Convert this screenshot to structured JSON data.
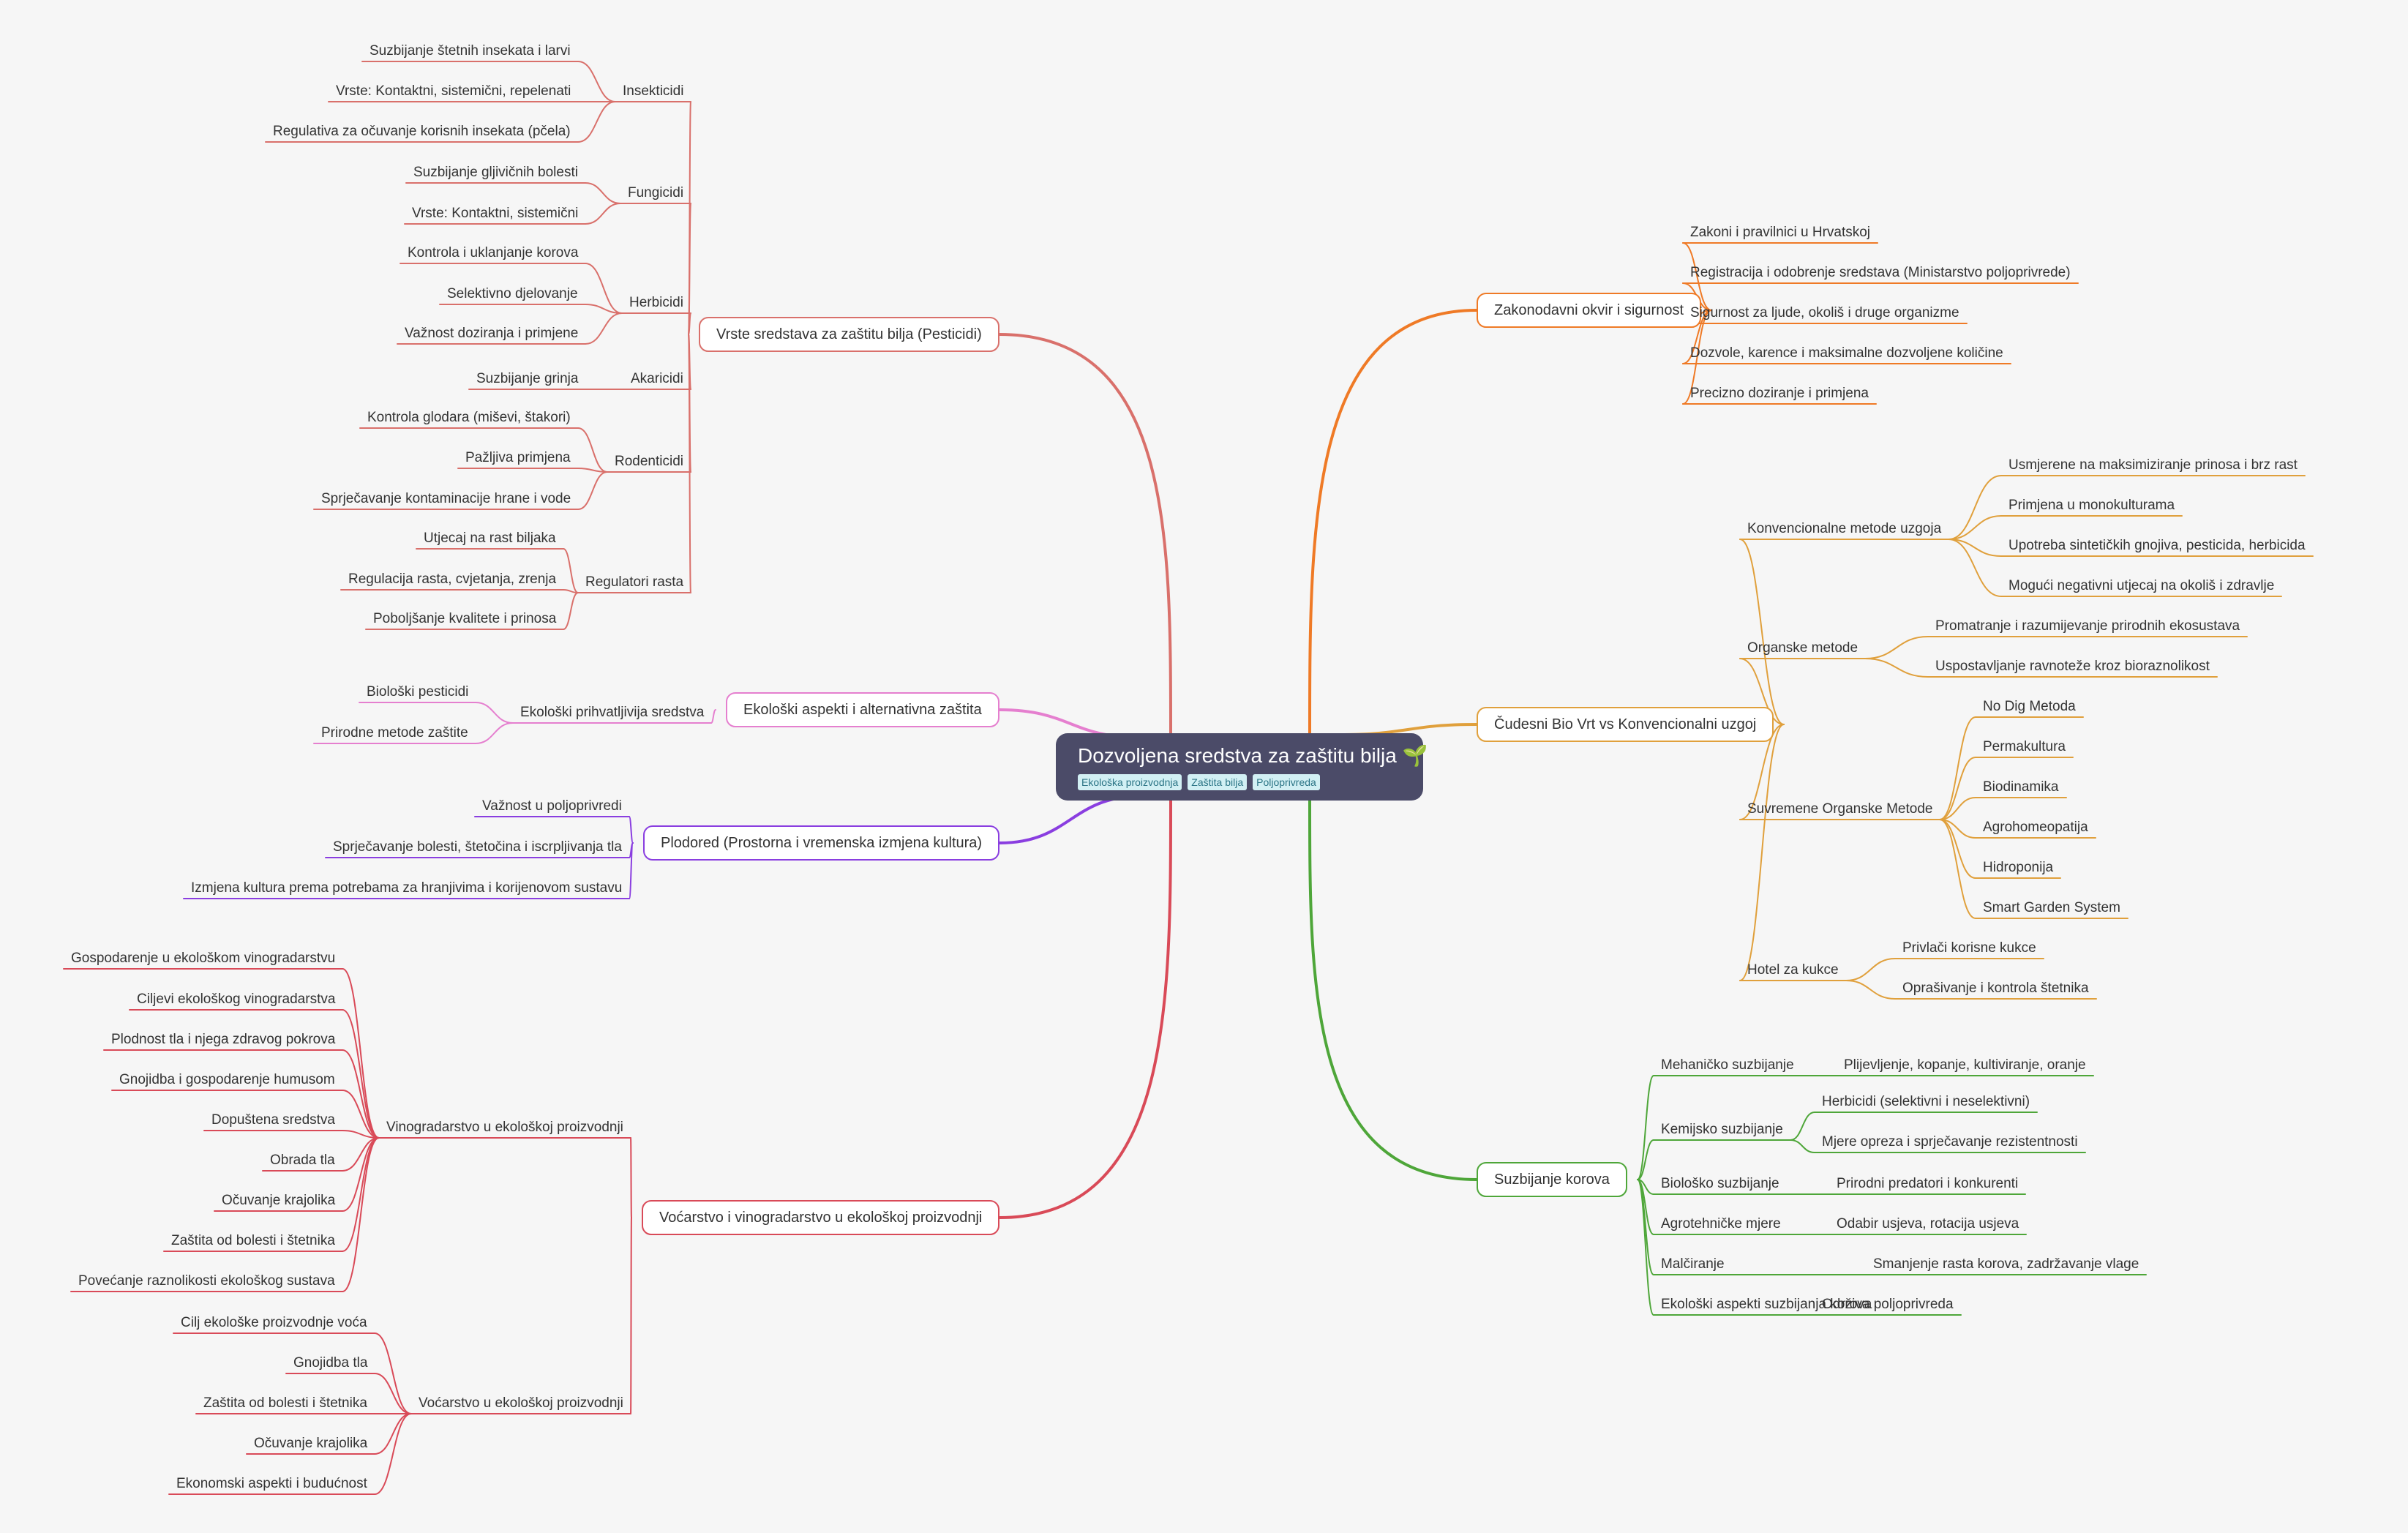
{
  "root": {
    "title": "Dozvoljena sredstva za zaštitu bilja 🌱",
    "tags": [
      "Ekološka proizvodnja",
      "Zaštita bilja",
      "Poljoprivreda"
    ]
  },
  "colors": {
    "pesticidi": "#d9706b",
    "ekoloski": "#e57fcf",
    "plodored": "#8a3ee0",
    "vocarstvo": "#d94a58",
    "zakonodavni": "#ef7a26",
    "bio_vrt": "#e0a03c",
    "korov": "#4ea639"
  },
  "branches": [
    {
      "id": "pesticidi",
      "label": "Vrste sredstava za zaštitu bilja (Pesticidi)",
      "children": [
        {
          "label": "Insekticidi",
          "children": [
            {
              "label": "Suzbijanje štetnih insekata i larvi"
            },
            {
              "label": "Vrste: Kontaktni, sistemični, repelenati"
            },
            {
              "label": "Regulativa za očuvanje korisnih insekata (pčela)"
            }
          ]
        },
        {
          "label": "Fungicidi",
          "children": [
            {
              "label": "Suzbijanje gljivičnih bolesti"
            },
            {
              "label": "Vrste: Kontaktni, sistemični"
            }
          ]
        },
        {
          "label": "Herbicidi",
          "children": [
            {
              "label": "Kontrola i uklanjanje korova"
            },
            {
              "label": "Selektivno djelovanje"
            },
            {
              "label": "Važnost doziranja i primjene"
            }
          ]
        },
        {
          "label": "Akaricidi",
          "children": [
            {
              "label": "Suzbijanje grinja"
            }
          ]
        },
        {
          "label": "Rodenticidi",
          "children": [
            {
              "label": "Kontrola glodara (miševi, štakori)"
            },
            {
              "label": "Pažljiva primjena"
            },
            {
              "label": "Sprječavanje kontaminacije hrane i vode"
            }
          ]
        },
        {
          "label": "Regulatori rasta",
          "children": [
            {
              "label": "Utjecaj na rast biljaka"
            },
            {
              "label": "Regulacija rasta, cvjetanja, zrenja"
            },
            {
              "label": "Poboljšanje kvalitete i prinosa"
            }
          ]
        }
      ]
    },
    {
      "id": "ekoloski",
      "label": "Ekološki aspekti i alternativna zaštita",
      "children": [
        {
          "label": "Ekološki prihvatljivija sredstva",
          "children": [
            {
              "label": "Biološki pesticidi"
            },
            {
              "label": "Prirodne metode zaštite"
            }
          ]
        }
      ]
    },
    {
      "id": "plodored",
      "label": "Plodored (Prostorna i vremenska izmjena kultura)",
      "children": [
        {
          "label": "Važnost u poljoprivredi"
        },
        {
          "label": "Sprječavanje bolesti, štetočina i iscrpljivanja tla"
        },
        {
          "label": "Izmjena kultura prema potrebama za hranjivima i korijenovom sustavu"
        }
      ]
    },
    {
      "id": "vocarstvo",
      "label": "Voćarstvo i vinogradarstvo u ekološkoj proizvodnji",
      "children": [
        {
          "label": "Vinogradarstvo u ekološkoj proizvodnji",
          "children": [
            {
              "label": "Gospodarenje u ekološkom vinogradarstvu"
            },
            {
              "label": "Ciljevi ekološkog vinogradarstva"
            },
            {
              "label": "Plodnost tla i njega zdravog pokrova"
            },
            {
              "label": "Gnojidba i gospodarenje humusom"
            },
            {
              "label": "Dopuštena sredstva"
            },
            {
              "label": "Obrada tla"
            },
            {
              "label": "Očuvanje krajolika"
            },
            {
              "label": "Zaštita od bolesti i štetnika"
            },
            {
              "label": "Povećanje raznolikosti ekološkog sustava"
            }
          ]
        },
        {
          "label": "Voćarstvo u ekološkoj proizvodnji",
          "children": [
            {
              "label": "Cilj ekološke proizvodnje voća"
            },
            {
              "label": "Gnojidba tla"
            },
            {
              "label": "Zaštita od bolesti i štetnika"
            },
            {
              "label": "Očuvanje krajolika"
            },
            {
              "label": "Ekonomski aspekti i budućnost"
            }
          ]
        }
      ]
    },
    {
      "id": "zakonodavni",
      "label": "Zakonodavni okvir i sigurnost",
      "children": [
        {
          "label": "Zakoni i pravilnici u Hrvatskoj"
        },
        {
          "label": "Registracija i odobrenje sredstava (Ministarstvo poljoprivrede)"
        },
        {
          "label": "Sigurnost za ljude, okoliš i druge organizme"
        },
        {
          "label": "Dozvole, karence i maksimalne dozvoljene količine"
        },
        {
          "label": "Precizno doziranje i primjena"
        }
      ]
    },
    {
      "id": "bio_vrt",
      "label": "Čudesni Bio Vrt vs Konvencionalni uzgoj",
      "children": [
        {
          "label": "Konvencionalne metode uzgoja",
          "children": [
            {
              "label": "Usmjerene na maksimiziranje prinosa i brz rast"
            },
            {
              "label": "Primjena u monokulturama"
            },
            {
              "label": "Upotreba sintetičkih gnojiva, pesticida, herbicida"
            },
            {
              "label": "Mogući negativni utjecaj na okoliš i zdravlje"
            }
          ]
        },
        {
          "label": "Organske metode",
          "children": [
            {
              "label": "Promatranje i razumijevanje prirodnih ekosustava"
            },
            {
              "label": "Uspostavljanje ravnoteže kroz bioraznolikost"
            }
          ]
        },
        {
          "label": "Suvremene Organske Metode",
          "children": [
            {
              "label": "No Dig Metoda"
            },
            {
              "label": "Permakultura"
            },
            {
              "label": "Biodinamika"
            },
            {
              "label": "Agrohomeopatija"
            },
            {
              "label": "Hidroponija"
            },
            {
              "label": "Smart Garden System"
            }
          ]
        },
        {
          "label": "Hotel za kukce",
          "children": [
            {
              "label": "Privlači korisne kukce"
            },
            {
              "label": "Oprašivanje i kontrola štetnika"
            }
          ]
        }
      ]
    },
    {
      "id": "korov",
      "label": "Suzbijanje korova",
      "children": [
        {
          "label": "Mehaničko suzbijanje",
          "children": [
            {
              "label": "Plijevljenje, kopanje, kultiviranje, oranje"
            }
          ]
        },
        {
          "label": "Kemijsko suzbijanje",
          "children": [
            {
              "label": "Herbicidi (selektivni i neselektivni)"
            },
            {
              "label": "Mjere opreza i sprječavanje rezistentnosti"
            }
          ]
        },
        {
          "label": "Biološko suzbijanje",
          "children": [
            {
              "label": "Prirodni predatori i konkurenti"
            }
          ]
        },
        {
          "label": "Agrotehničke mjere",
          "children": [
            {
              "label": "Odabir usjeva, rotacija usjeva"
            }
          ]
        },
        {
          "label": "Malčiranje",
          "children": [
            {
              "label": "Smanjenje rasta korova, zadržavanje vlage"
            }
          ]
        },
        {
          "label": "Ekološki aspekti suzbijanja korova",
          "children": [
            {
              "label": "Održiva poljoprivreda"
            }
          ]
        }
      ]
    }
  ]
}
